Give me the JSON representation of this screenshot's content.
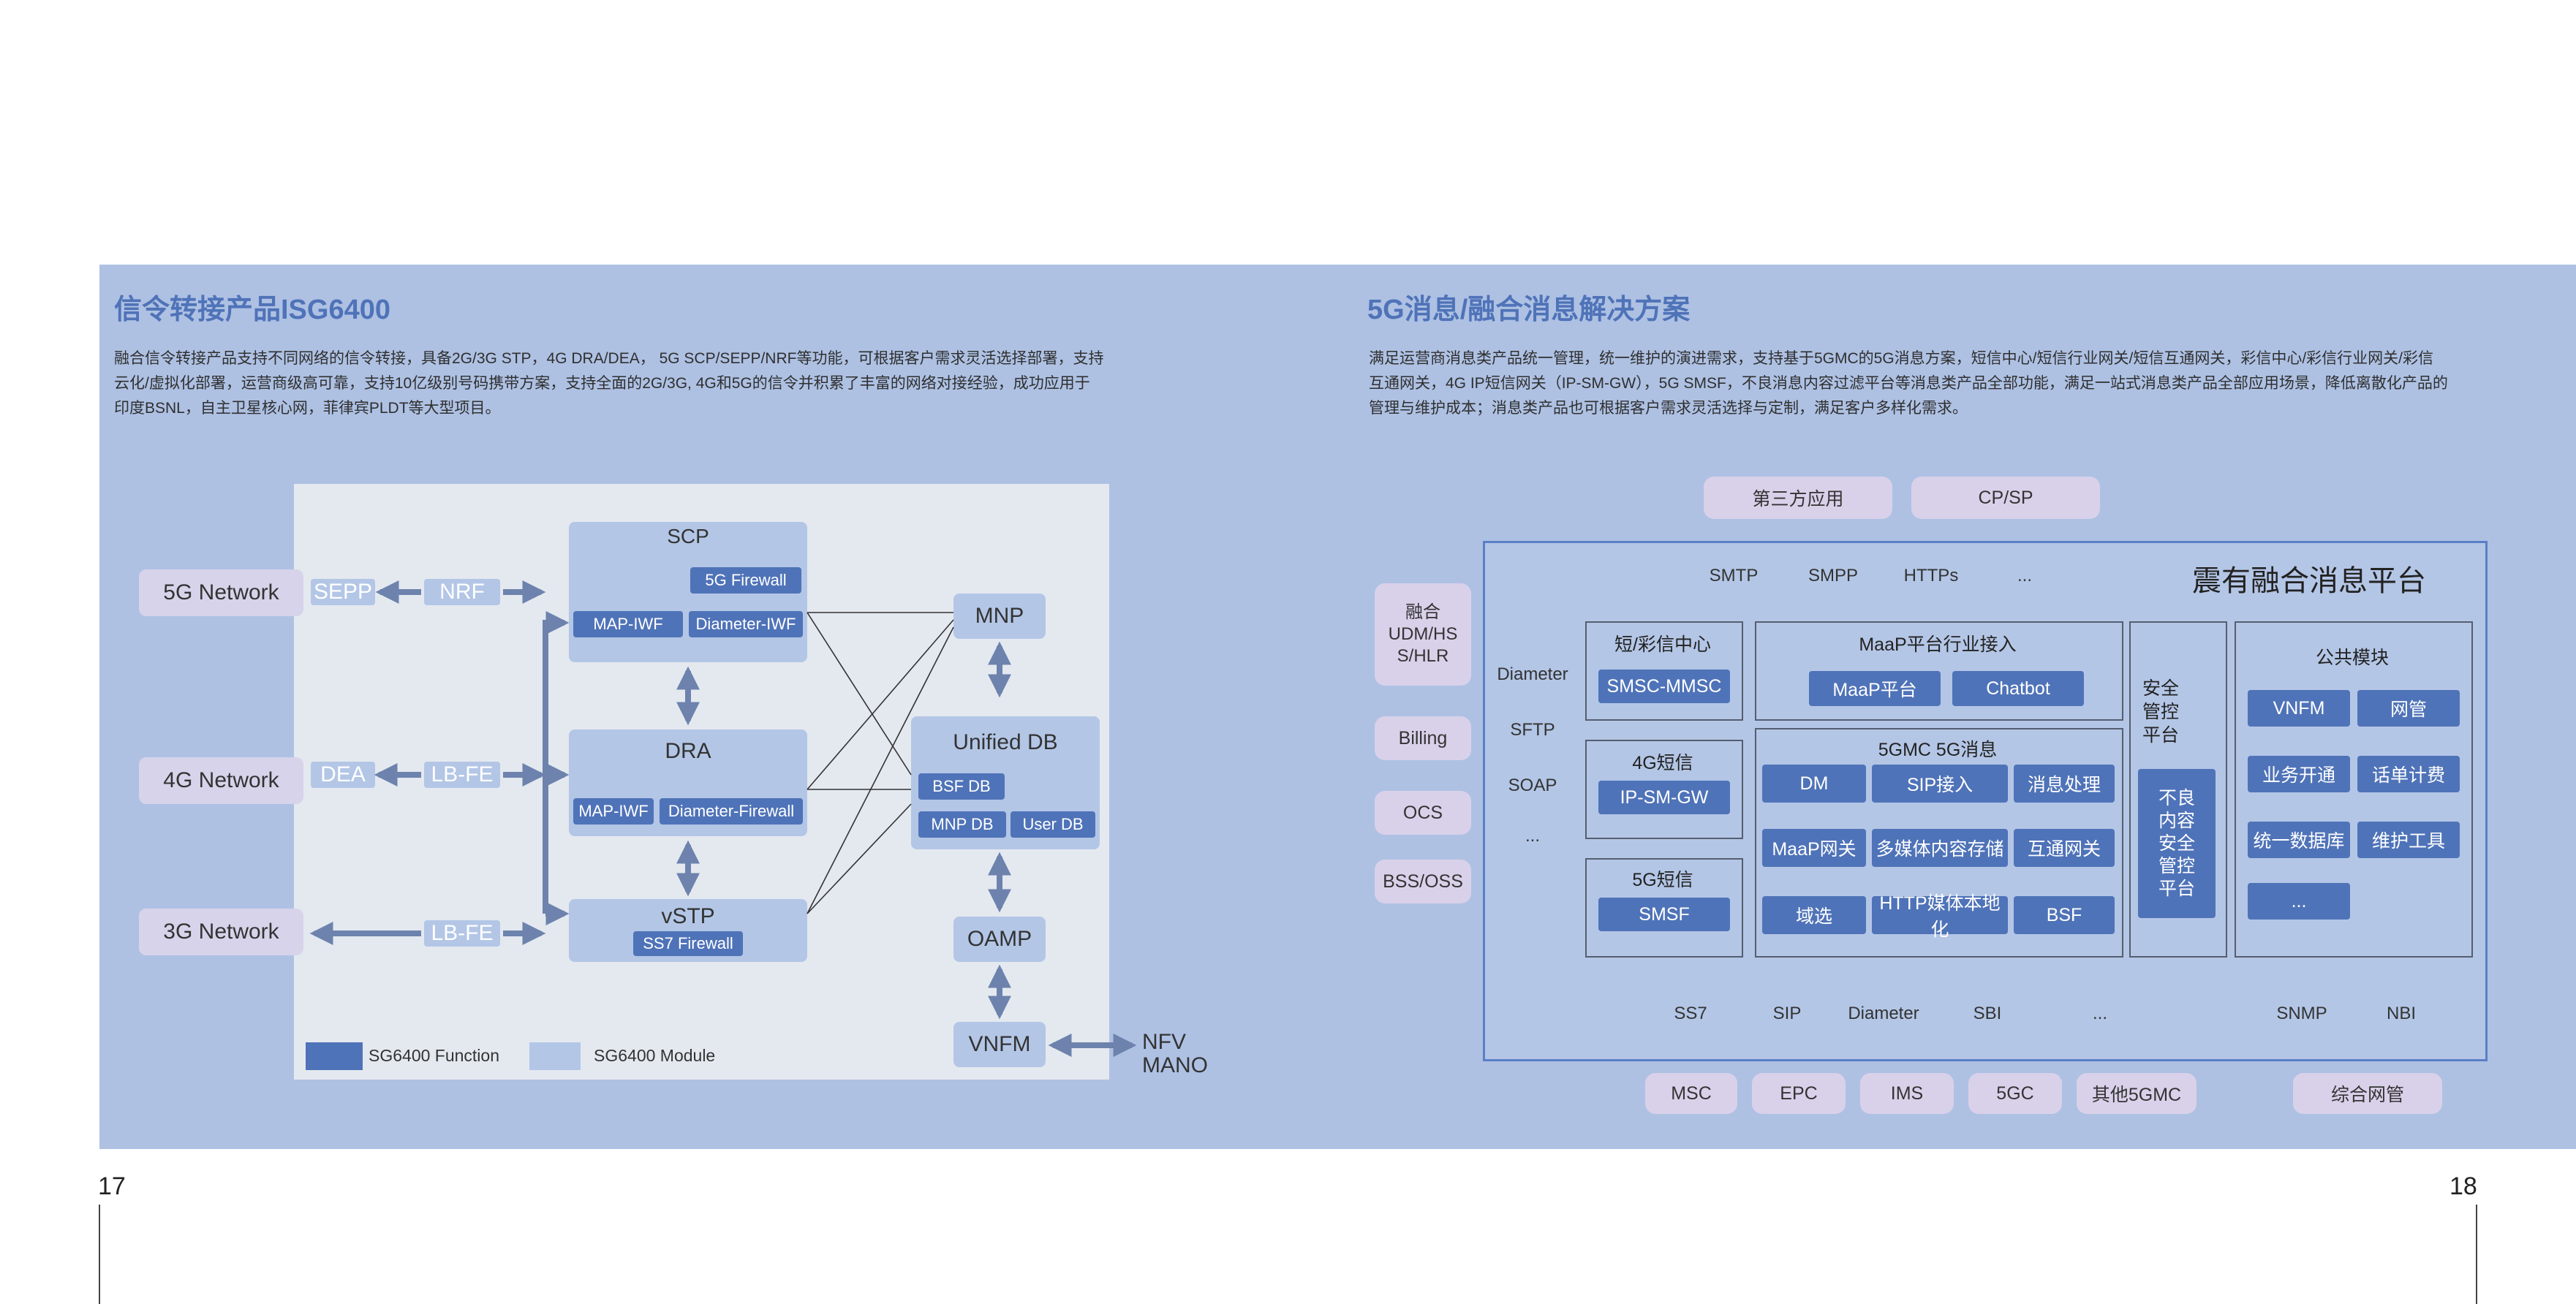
{
  "left": {
    "title": "信令转接产品ISG6400",
    "paragraph": [
      "融合信令转接产品支持不同网络的信令转接，具备2G/3G STP，4G DRA/DEA， 5G SCP/SEPP/NRF等功能，可根据客户需求灵活选择部署，支持",
      "云化/虚拟化部署，运营商级高可靠，支持10亿级别号码携带方案，支持全面的2G/3G, 4G和5G的信令并积累了丰富的网络对接经验，成功应用于",
      "印度BSNL，自主卫星核心网，菲律宾PLDT等大型项目。"
    ],
    "page_number": "17",
    "diagram": {
      "networks": [
        "5G Network",
        "4G Network",
        "3G Network"
      ],
      "sepp": "SEPP",
      "nrf": "NRF",
      "dea": "DEA",
      "lbfe_4g": "LB-FE",
      "lbfe_3g": "LB-FE",
      "scp": {
        "title": "SCP",
        "firewall": "5G Firewall",
        "map_iwf": "MAP-IWF",
        "diameter_iwf": "Diameter-IWF"
      },
      "dra": {
        "title": "DRA",
        "map_iwf": "MAP-IWF",
        "diameter_firewall": "Diameter-Firewall"
      },
      "vstp": {
        "title": "vSTP",
        "firewall": "SS7 Firewall"
      },
      "mnp": "MNP",
      "unified_db": {
        "title": "Unified DB",
        "bsf": "BSF DB",
        "mnp": "MNP DB",
        "user": "User DB"
      },
      "oamp": "OAMP",
      "vnfm": "VNFM",
      "nfv": "NFV",
      "mano": "MANO",
      "legend": {
        "function": "SG6400 Function",
        "module": "SG6400 Module"
      },
      "colors": {
        "function": "#4f73b8",
        "module": "#b3c6e6",
        "background": "#e4e9f0"
      }
    }
  },
  "right": {
    "title": "5G消息/融合消息解决方案",
    "paragraph": [
      "满足运营商消息类产品统一管理，统一维护的演进需求，支持基于5GMC的5G消息方案，短信中心/短信行业网关/短信互通网关，彩信中心/彩信行业网关/彩信",
      "互通网关，4G IP短信网关（IP-SM-GW），5G SMSF，不良消息内容过滤平台等消息类产品全部功能，满足一站式消息类产品全部应用场景，降低离散化产品的",
      "管理与维护成本；消息类产品也可根据客户需求灵活选择与定制，满足客户多样化需求。"
    ],
    "page_number": "18",
    "diagram": {
      "top_apps": [
        "第三方应用",
        "CP/SP"
      ],
      "platform_title": "震有融合消息平台",
      "top_protocols": [
        "SMTP",
        "SMPP",
        "HTTPs",
        "..."
      ],
      "left_systems": [
        "融合\nUDM/HS\nS/HLR",
        "Billing",
        "OCS",
        "BSS/OSS"
      ],
      "left_protocols": [
        "Diameter",
        "SFTP",
        "SOAP",
        "..."
      ],
      "sms_center": {
        "title": "短/彩信中心",
        "item": "SMSC-MMSC"
      },
      "sms_4g": {
        "title": "4G短信",
        "item": "IP-SM-GW"
      },
      "sms_5g": {
        "title": "5G短信",
        "item": "SMSF"
      },
      "maap": {
        "title": "MaaP平台行业接入",
        "items": [
          "MaaP平台",
          "Chatbot"
        ]
      },
      "fivegmc": {
        "title": "5GMC 5G消息",
        "items": [
          "DM",
          "SIP接入",
          "消息处理",
          "MaaP网关",
          "多媒体内容存储",
          "互通网关",
          "域选",
          "HTTP媒体本地化",
          "BSF"
        ]
      },
      "security": {
        "title": "安全管控平台",
        "item": "不良内容安全管控平台"
      },
      "public": {
        "title": "公共模块",
        "items": [
          "VNFM",
          "网管",
          "业务开通",
          "话单计费",
          "统一数据库",
          "维护工具",
          "..."
        ]
      },
      "bottom_protocols": [
        "SS7",
        "SIP",
        "Diameter",
        "SBI",
        "...",
        "SNMP",
        "NBI"
      ],
      "bottom_networks": [
        "MSC",
        "EPC",
        "IMS",
        "5GC",
        "其他5GMC",
        "综合网管"
      ]
    }
  }
}
